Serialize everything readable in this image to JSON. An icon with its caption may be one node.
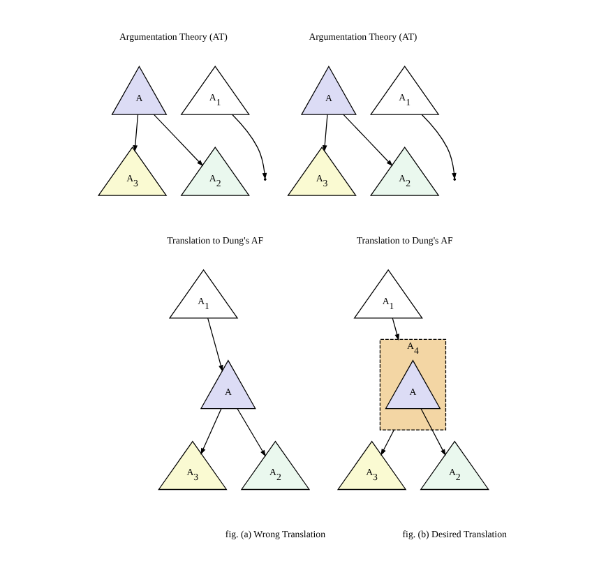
{
  "diagram": {
    "nodes": [
      {
        "text": [
          "A$_{1}$"
        ]
      },
      {
        "text": [
          "A"
        ]
      },
      {
        "text": [
          "A$_{3}$"
        ]
      },
      {
        "text": [
          "A$_{2}$"
        ]
      },
      {
        "text": [
          "A$_{1}$"
        ]
      },
      {
        "text": [
          "A"
        ]
      },
      {
        "text": [
          "A$_{3}$"
        ]
      },
      {
        "text": [
          "A$_{2}$"
        ]
      },
      {
        "text": [
          "A$_{1}$"
        ]
      },
      {
        "text": [
          "A"
        ]
      },
      {
        "text": [
          "A$_{3}$"
        ]
      },
      {
        "text": [
          "A$_{2}$"
        ]
      },
      {
        "text": [
          "A$_{1}$"
        ]
      },
      {
        "text": [
          "A$_{4}$"
        ]
      },
      {
        "text": [
          "A"
        ],
        "in": 13
      },
      {
        "text": [
          "A$_{3}$"
        ]
      },
      {
        "text": [
          "A$_{2}$"
        ]
      }
    ],
    "edges": [
      {
        "from": 0,
        "to": null,
        "arrow": "to"
      },
      {
        "from": 1,
        "to": 2,
        "arrow": "to"
      },
      {
        "from": 1,
        "to": 3,
        "arrow": "to"
      },
      {
        "from": 4,
        "to": null,
        "arrow": "to"
      },
      {
        "from": 5,
        "to": 6,
        "arrow": "to"
      },
      {
        "from": 5,
        "to": 7,
        "arrow": "to"
      },
      {
        "from": 8,
        "to": 9,
        "arrow": "to"
      },
      {
        "from": 9,
        "to": 10,
        "arrow": "to"
      },
      {
        "from": 9,
        "to": 11,
        "arrow": "to"
      },
      {
        "from": 12,
        "to": 13,
        "arrow": "to"
      },
      {
        "from": 13,
        "to": 15,
        "arrow": "to"
      },
      {
        "from": 14,
        "to": 16,
        "arrow": "to"
      }
    ],
    "labels": [
      "Argumentation Theory (AT)",
      "Argumentation Theory (AT)",
      "Translation to Dung's AF",
      "Translation to Dung's AF",
      "fig. (a) Wrong Translation",
      "fig. (b) Desired Translation"
    ]
  }
}
